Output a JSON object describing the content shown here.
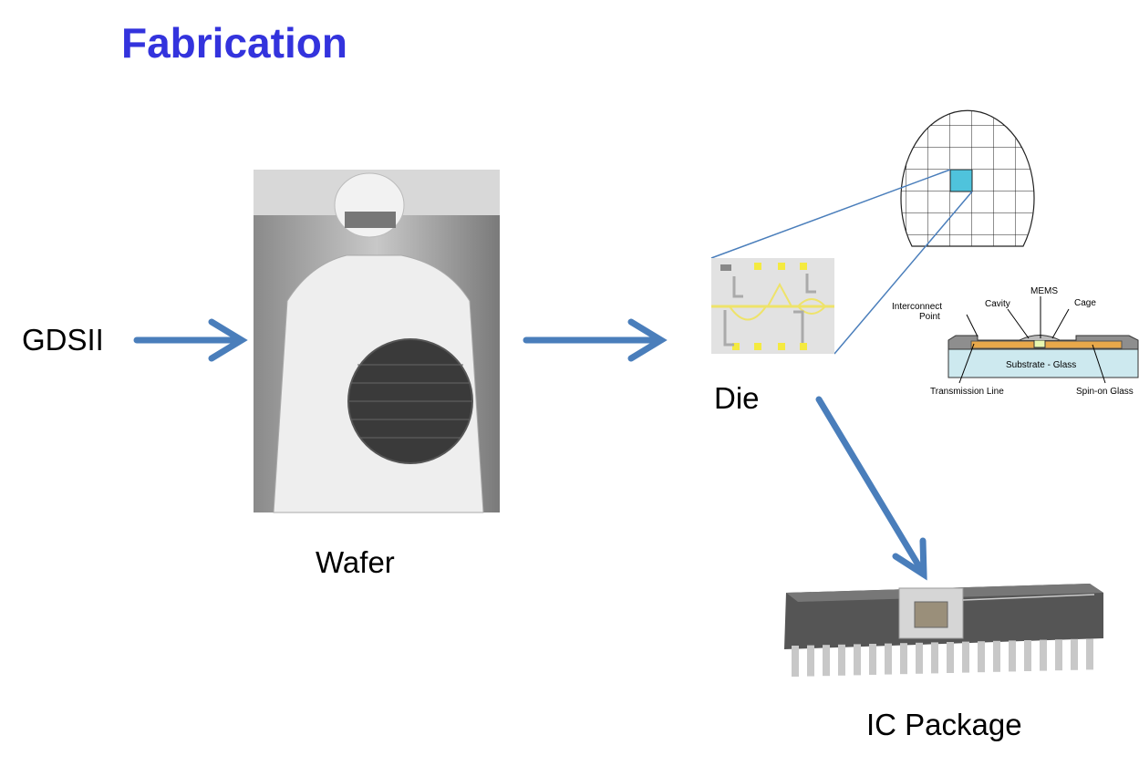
{
  "title": "Fabrication",
  "labels": {
    "gdsii": "GDSII",
    "wafer": "Wafer",
    "die": "Die",
    "ic_package": "IC Package"
  },
  "cross_section": {
    "interconnect": "Interconnect",
    "point": "Point",
    "cavity": "Cavity",
    "mems": "MEMS",
    "cage": "Cage",
    "substrate": "Substrate - Glass",
    "transmission_line": "Transmission Line",
    "spin_on_glass": "Spin-on Glass"
  },
  "colors": {
    "title": "#3333dd",
    "arrow": "#4a7ebb",
    "die_highlight": "#4fc3dc"
  }
}
